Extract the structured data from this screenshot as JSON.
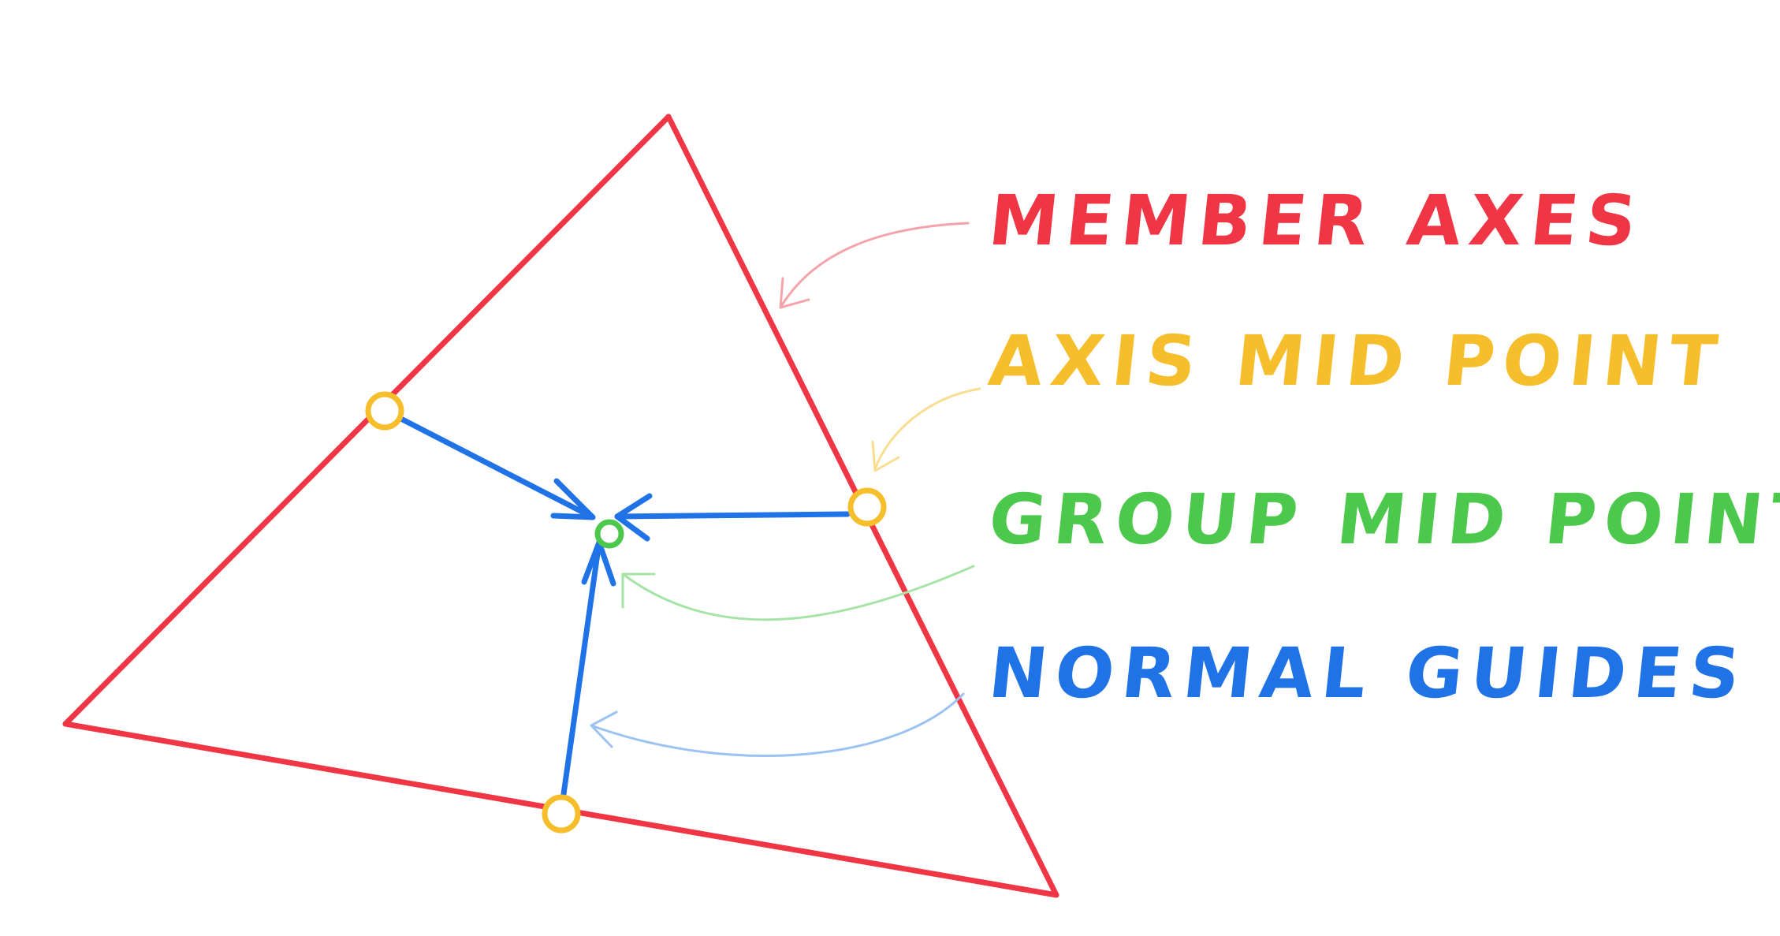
{
  "colors": {
    "member_axes": "#f03545",
    "axis_mid_point": "#f7be2b",
    "group_mid_point": "#4cc94c",
    "normal_guides": "#1f73e6",
    "background": "#ffffff"
  },
  "legend": [
    {
      "key": "member_axes",
      "text": "MEMBER AXES"
    },
    {
      "key": "axis_mid_point",
      "text": "AXIS MID POINT"
    },
    {
      "key": "group_mid_point",
      "text": "GROUP MID POINT"
    },
    {
      "key": "normal_guides",
      "text": "NORMAL GUIDES"
    }
  ]
}
